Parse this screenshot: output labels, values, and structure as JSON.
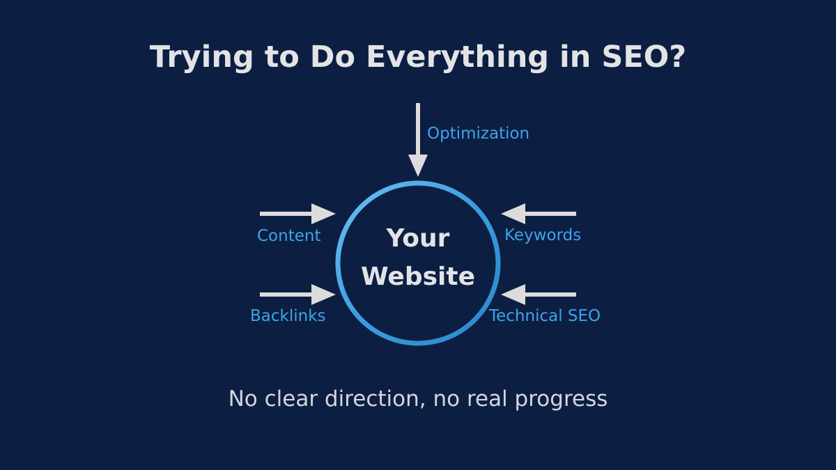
{
  "title": "Trying to Do Everything in SEO?",
  "center": {
    "line1": "Your",
    "line2": "Website"
  },
  "inputs": [
    {
      "label": "Optimization",
      "direction": "down"
    },
    {
      "label": "Content",
      "direction": "right"
    },
    {
      "label": "Backlinks",
      "direction": "right"
    },
    {
      "label": "Keywords",
      "direction": "left"
    },
    {
      "label": "Technical SEO",
      "direction": "left"
    }
  ],
  "subtitle": "No clear direction, no real progress",
  "colors": {
    "background": "#0c1f42",
    "title_text": "#e3e3e6",
    "label_blue": "#3fa3ea",
    "circle_ring": "#3b9ee0",
    "arrow": "#dcdcdc"
  }
}
